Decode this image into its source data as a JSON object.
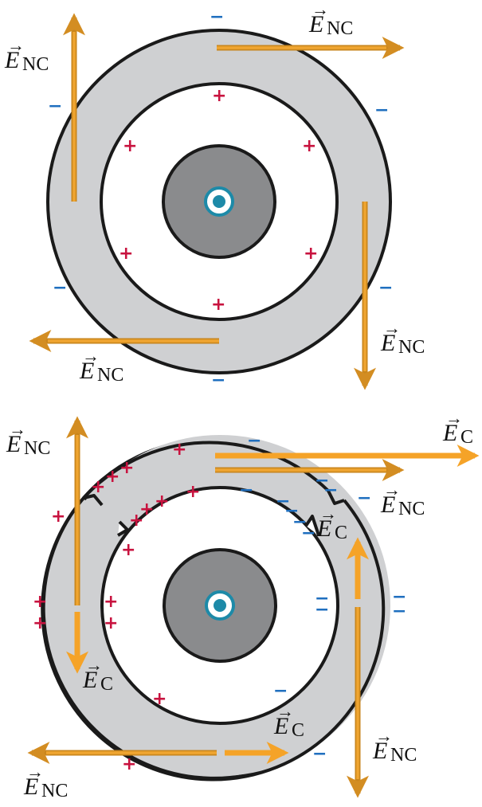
{
  "labels": {
    "e_symbol": "E",
    "nc_sub": "NC",
    "c_sub": "C",
    "plus": "+",
    "minus": "−"
  },
  "colors": {
    "ring": "#cfd0d2",
    "core": "#8a8b8d",
    "nc_arrow": "#f0a531",
    "c_arrow": "#f5a328",
    "positive": "#c8133f",
    "negative": "#1f6fbf",
    "current_marker": "#1d8aa8"
  },
  "icons": {
    "current_out_of_page": "dot-in-circle-icon"
  }
}
